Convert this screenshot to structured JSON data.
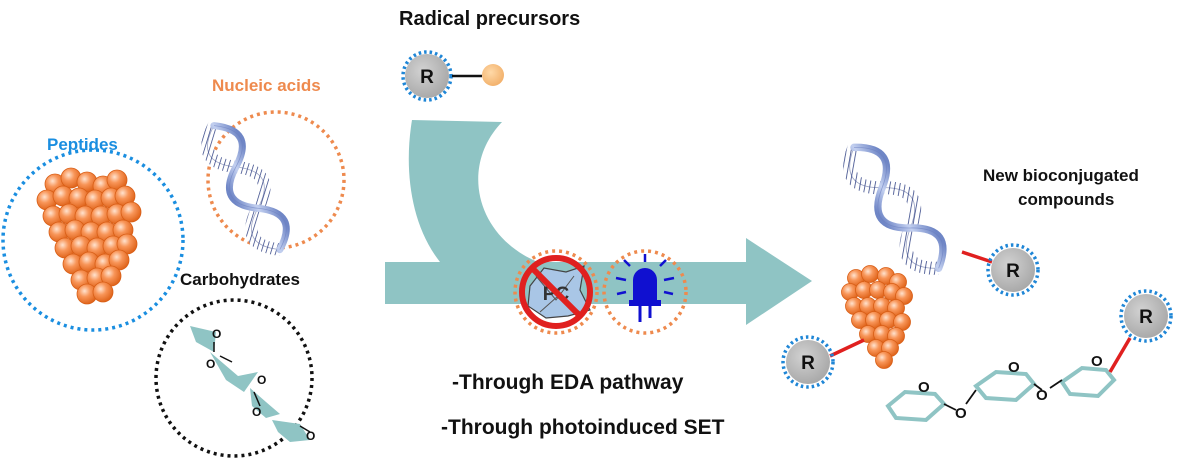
{
  "labels": {
    "radical_precursors": "Radical precursors",
    "nucleic_acids": "Nucleic acids",
    "peptides": "Peptides",
    "carbohydrates": "Carbohydrates",
    "new_compounds_line1": "New bioconjugated",
    "new_compounds_line2": "compounds",
    "pathway_eda": "-Through EDA pathway",
    "pathway_set": "-Through photoinduced SET"
  },
  "symbols": {
    "radical": "R",
    "photocatalyst": "PC",
    "oxygen": "O"
  },
  "colors": {
    "arrow": "#8fc4c4",
    "peptide_orange": "#f37f35",
    "nucleic_orange": "#ee8a4e",
    "peptides_blue": "#1a8ee0",
    "radical_gray": "#b8b8b8",
    "radical_dot_blue": "#1f86d6",
    "bond_red": "#e0201f",
    "dna_blue": "#8ea3d6",
    "sugar_teal": "#8fc4c4",
    "led_blue": "#1010d0",
    "pc_red": "#e0201f"
  },
  "icons": {
    "catalyst": "crossed-photocatalyst-icon",
    "light": "blue-led-icon",
    "dna": "dna-helix-icon",
    "peptide": "peptide-bead-cluster-icon",
    "carbohydrate": "sugar-chain-icon"
  }
}
